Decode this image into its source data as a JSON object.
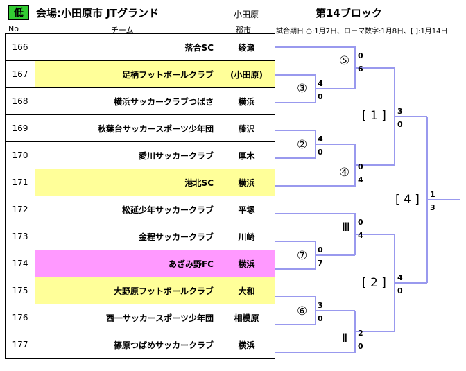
{
  "header": {
    "badge": "低",
    "venue": "会場:小田原市 JTグランド",
    "host_city": "小田原",
    "block": "第14ブロック",
    "legend": "試合期日 ○:1月7日、ローマ数字:1月8日、[ ]:1月14日"
  },
  "columns": {
    "no": "No",
    "team": "チーム",
    "city": "郡市"
  },
  "colors": {
    "yellow": "#ffff99",
    "pink": "#ff99ff",
    "line": "#9999ee",
    "badge": "#33cc33"
  },
  "teams": [
    {
      "no": "166",
      "name": "落合SC",
      "city": "綾瀬",
      "highlight": "none"
    },
    {
      "no": "167",
      "name": "足柄フットボールクラブ",
      "city": "(小田原)",
      "highlight": "yellow"
    },
    {
      "no": "168",
      "name": "横浜サッカークラブつばさ",
      "city": "横浜",
      "highlight": "none"
    },
    {
      "no": "169",
      "name": "秋葉台サッカースポーツ少年団",
      "city": "藤沢",
      "highlight": "none"
    },
    {
      "no": "170",
      "name": "愛川サッカークラブ",
      "city": "厚木",
      "highlight": "none"
    },
    {
      "no": "171",
      "name": "港北SC",
      "city": "横浜",
      "highlight": "yellow"
    },
    {
      "no": "172",
      "name": "松延少年サッカークラブ",
      "city": "平塚",
      "highlight": "none"
    },
    {
      "no": "173",
      "name": "金程サッカークラブ",
      "city": "川崎",
      "highlight": "none"
    },
    {
      "no": "174",
      "name": "あざみ野FC",
      "city": "横浜",
      "highlight": "pink"
    },
    {
      "no": "175",
      "name": "大野原フットボールクラブ",
      "city": "大和",
      "highlight": "yellow"
    },
    {
      "no": "176",
      "name": "西一サッカースポーツ少年団",
      "city": "相模原",
      "highlight": "none"
    },
    {
      "no": "177",
      "name": "篠原つばめサッカークラブ",
      "city": "横浜",
      "highlight": "none"
    }
  ],
  "matches": {
    "m3": {
      "label": "③",
      "top": "4",
      "bottom": "0"
    },
    "m5": {
      "label": "⑤",
      "top": "0",
      "bottom": "6"
    },
    "m2": {
      "label": "②",
      "top": "4",
      "bottom": "0"
    },
    "m4": {
      "label": "④",
      "top": "0",
      "bottom": "4"
    },
    "b1": {
      "label": "[ 1 ]",
      "top": "3",
      "bottom": "0"
    },
    "r3": {
      "label": "Ⅲ",
      "top": "0",
      "bottom": "4"
    },
    "m7": {
      "label": "⑦",
      "top": "0",
      "bottom": "7"
    },
    "m6": {
      "label": "⑥",
      "top": "3",
      "bottom": "0"
    },
    "r2": {
      "label": "Ⅱ",
      "top": "2",
      "bottom": "0"
    },
    "b2": {
      "label": "[ 2 ]",
      "top": "4",
      "bottom": "0"
    },
    "b4": {
      "label": "[ 4 ]",
      "top": "1",
      "bottom": "3"
    }
  }
}
